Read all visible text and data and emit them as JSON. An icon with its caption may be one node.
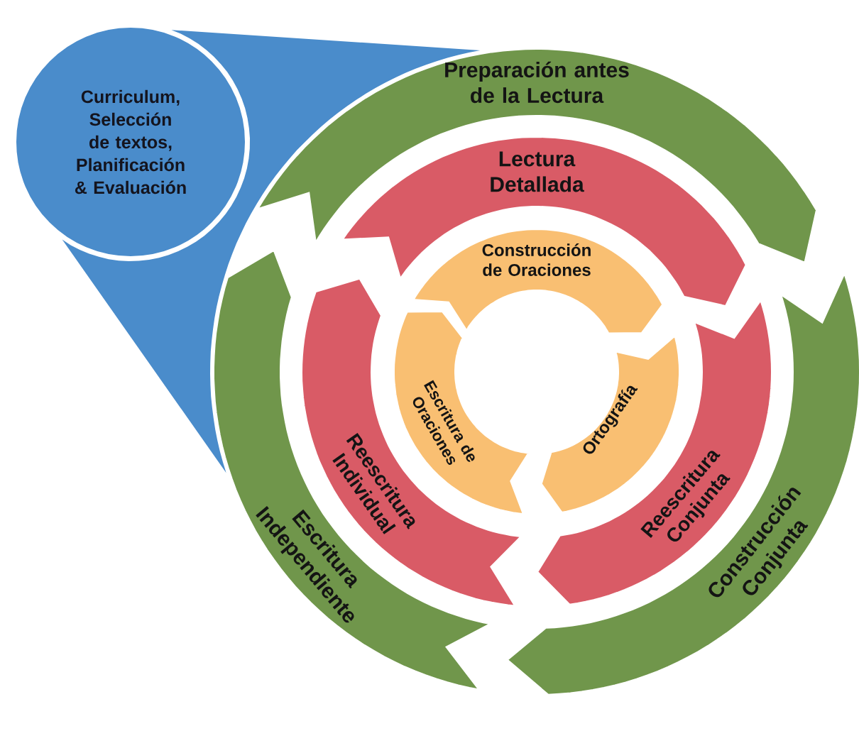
{
  "diagram": {
    "nodes": [
      {
        "text": [
          "Curriculum, Selección de textos, Planificación & Evaluación"
        ]
      },
      {
        "text": [
          "Preparación antes de la Lectura"
        ]
      },
      {
        "text": [
          "Lectura Detallada"
        ]
      },
      {
        "text": [
          "Construcción de Oraciones"
        ]
      },
      {
        "text": [
          "Escritura de Oraciones"
        ]
      },
      {
        "text": [
          "Ortografía"
        ]
      },
      {
        "text": [
          "Reescritura Individual"
        ]
      },
      {
        "text": [
          "Reescritura Conjunta"
        ]
      },
      {
        "text": [
          "Escritura Independiente"
        ]
      },
      {
        "text": [
          "Construcción Conjunta"
        ]
      },
      {
        "text": [],
        "shape": "band"
      }
    ]
  }
}
